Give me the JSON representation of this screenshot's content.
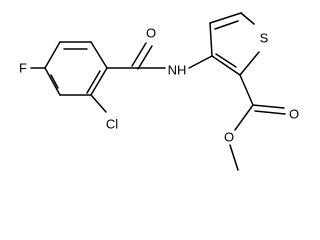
{
  "molecule": {
    "atoms": {
      "O_amide": "O",
      "NH": "NH",
      "S": "S",
      "Cl": "Cl",
      "F": "F",
      "O_ester_carbonyl": "O",
      "O_ester": "O"
    },
    "colors": {
      "bond": "#000000",
      "label": "#000000",
      "background": "#ffffff"
    }
  }
}
